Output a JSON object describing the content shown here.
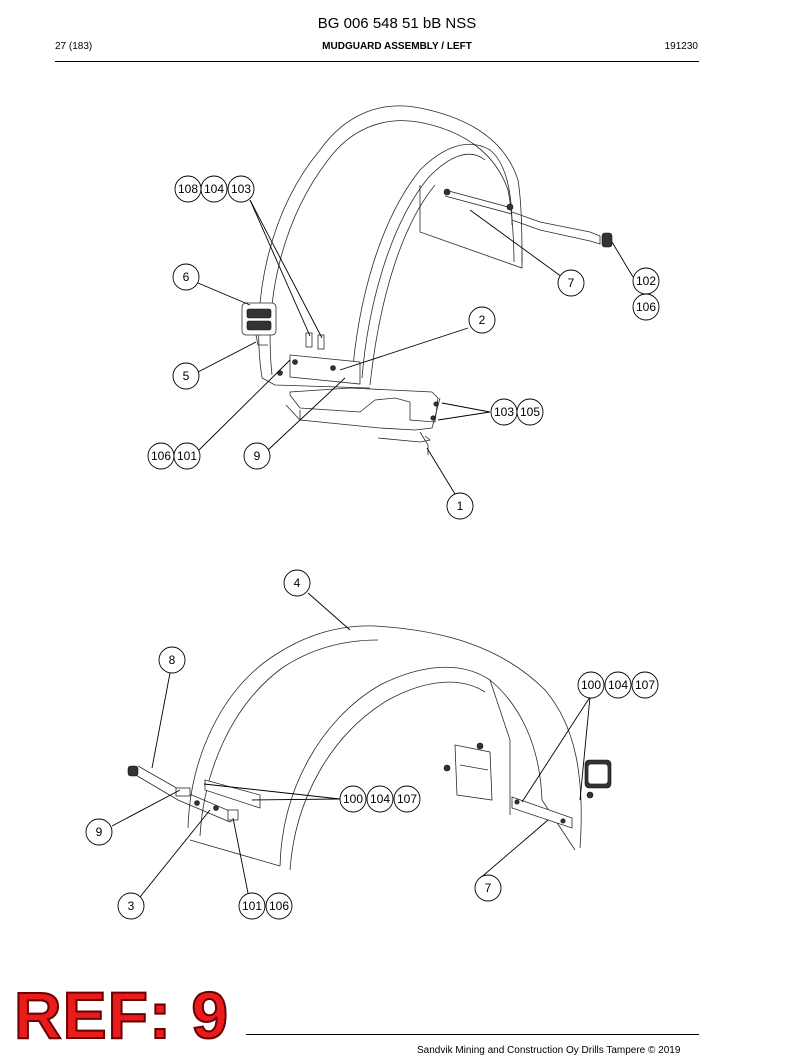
{
  "header": {
    "doc_number": "BG 006 548 51 bB NSS",
    "page": "27 (183)",
    "section_title": "MUDGUARD ASSEMBLY / LEFT",
    "date_code": "191230"
  },
  "callouts_top": [
    "108",
    "104",
    "103",
    "6",
    "5",
    "106",
    "101",
    "9",
    "2",
    "7",
    "102",
    "106",
    "103",
    "105",
    "1"
  ],
  "callouts_bottom": [
    "4",
    "8",
    "9",
    "3",
    "100",
    "104",
    "107",
    "101",
    "106",
    "100",
    "104",
    "107",
    "7"
  ],
  "stamp": {
    "text": "REF: 9",
    "color": "#ea1b1b"
  },
  "footer": {
    "copyright": "Sandvik Mining and Construction Oy Drills Tampere © 2019"
  }
}
